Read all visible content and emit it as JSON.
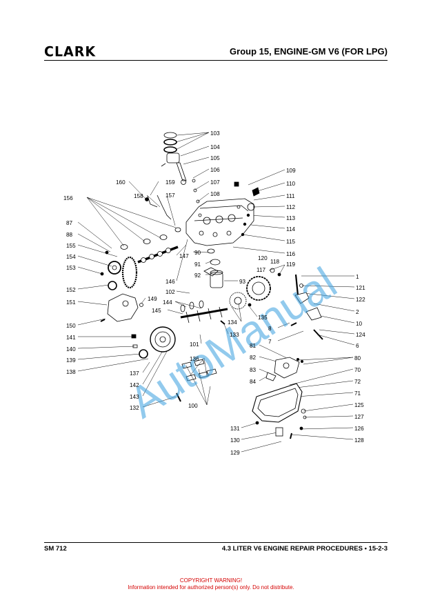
{
  "header": {
    "logo_text": "CLARK",
    "group_title": "Group 15, ENGINE-GM V6 (FOR LPG)"
  },
  "footer": {
    "manual_id": "SM 712",
    "section_title": "4.3 LITER V6 ENGINE REPAIR PROCEDURES • 15-2-3"
  },
  "watermark": "AutoManual",
  "copyright": {
    "line1": "COPYRIGHT WARNING!",
    "line2": "Information intended for authorized person(s) only. Do not distribute."
  },
  "colors": {
    "watermark": "#3aa0e0",
    "copyright": "#d40000"
  },
  "callouts": [
    "103",
    "104",
    "105",
    "106",
    "107",
    "108",
    "109",
    "110",
    "111",
    "112",
    "113",
    "114",
    "115",
    "116",
    "117",
    "118",
    "119",
    "120",
    "160",
    "159",
    "158",
    "157",
    "156",
    "87",
    "88",
    "155",
    "154",
    "153",
    "152",
    "151",
    "150",
    "141",
    "140",
    "139",
    "138",
    "137",
    "142",
    "143",
    "132",
    "90",
    "91",
    "92",
    "93",
    "147",
    "146",
    "102",
    "149",
    "145",
    "144",
    "101",
    "133",
    "134",
    "135",
    "136",
    "100",
    "1",
    "121",
    "122",
    "2",
    "10",
    "124",
    "6",
    "8",
    "7",
    "81",
    "80",
    "82",
    "83",
    "84",
    "70",
    "72",
    "71",
    "125",
    "127",
    "126",
    "128",
    "131",
    "130",
    "129"
  ]
}
